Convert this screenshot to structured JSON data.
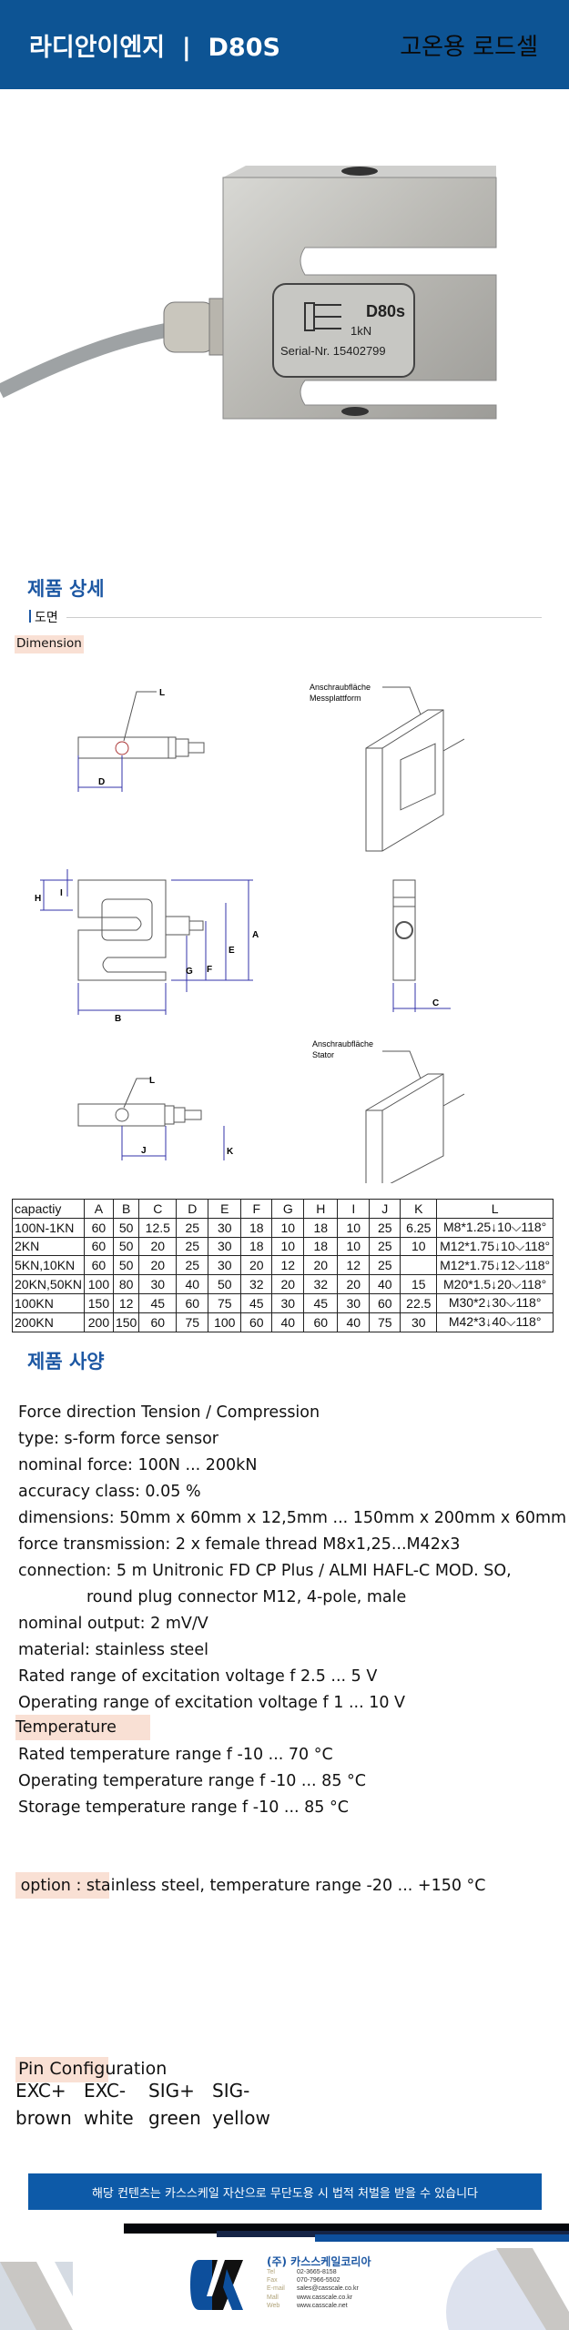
{
  "header": {
    "title": "라디안이엔지  |  D80S",
    "subtitle": "고온용 로드셀"
  },
  "photo": {
    "model": "D80s",
    "capacity": "1kN",
    "serial": "Serial-Nr. 15402799"
  },
  "detail": {
    "section_title": "제품 상세",
    "subsection": "도면",
    "dimension_label": "Dimension"
  },
  "drawings": {
    "label_L": "L",
    "label_D": "D",
    "label_A": "A",
    "label_B": "B",
    "label_C": "C",
    "label_E": "E",
    "label_F": "F",
    "label_G": "G",
    "label_H": "H",
    "label_I": "I",
    "label_J": "J",
    "label_K": "K",
    "iso_top_line1": "Anschraubfläche",
    "iso_top_line2": "Messplattform",
    "iso_bottom_line1": "Anschraubfläche",
    "iso_bottom_line2": "Stator"
  },
  "table": {
    "headers": [
      "capactiy",
      "A",
      "B",
      "C",
      "D",
      "E",
      "F",
      "G",
      "H",
      "I",
      "J",
      "K",
      "L"
    ],
    "rows": [
      [
        "100N-1KN",
        "60",
        "50",
        "12.5",
        "25",
        "30",
        "18",
        "10",
        "18",
        "10",
        "25",
        "6.25",
        "M8*1.25↓10⌵118°"
      ],
      [
        "2KN",
        "60",
        "50",
        "20",
        "25",
        "30",
        "18",
        "10",
        "18",
        "10",
        "25",
        "10",
        "M12*1.75↓10⌵118°"
      ],
      [
        "5KN,10KN",
        "60",
        "50",
        "20",
        "25",
        "30",
        "20",
        "12",
        "20",
        "12",
        "25",
        "",
        "M12*1.75↓12⌵118°"
      ],
      [
        "20KN,50KN",
        "100",
        "80",
        "30",
        "40",
        "50",
        "32",
        "20",
        "32",
        "20",
        "40",
        "15",
        "M20*1.5↓20⌵118°"
      ],
      [
        "100KN",
        "150",
        "12",
        "45",
        "60",
        "75",
        "45",
        "30",
        "45",
        "30",
        "60",
        "22.5",
        "M30*2↓30⌵118°"
      ],
      [
        "200KN",
        "200",
        "150",
        "60",
        "75",
        "100",
        "60",
        "40",
        "60",
        "40",
        "75",
        "30",
        "M42*3↓40⌵118°"
      ]
    ]
  },
  "specs": {
    "section_title": "제품 사양",
    "lines": [
      "Force direction Tension / Compression",
      "type: s-form force sensor",
      "nominal force: 100N ... 200kN",
      "accuracy class: 0.05 %",
      "dimensions: 50mm x 60mm x 12,5mm ... 150mm x 200mm x 60mm",
      "force transmission: 2 x female thread M8x1,25...M42x3",
      "connection: 5 m Unitronic FD CP Plus / ALMI HAFL-C MOD. SO,",
      "round plug connector M12, 4-pole, male",
      "nominal output: 2 mV/V",
      "material: stainless steel",
      "Rated range of excitation voltage f 2.5 ... 5 V",
      "Operating range of excitation voltage f 1 ... 10 V"
    ],
    "temperature_heading": "Temperature",
    "temperature_lines": [
      "Rated temperature range f -10 ... 70 °C",
      "Operating temperature range f -10 ... 85 °C",
      "Storage temperature range f -10 ... 85 °C"
    ],
    "option": " option : stainless steel, temperature range -20 ... +150 °C"
  },
  "pins": {
    "heading": "Pin Configuration",
    "signals": [
      "EXC+",
      "EXC-",
      "SIG+",
      "SIG-"
    ],
    "colors": [
      "brown",
      "white",
      "green",
      "yellow"
    ]
  },
  "footer": {
    "notice": "해당 컨텐츠는 카스스케일 자산으로 무단도용 시 법적 처벌을 받을 수 있습니다",
    "company": "(주) 카스스케일코리아",
    "contacts": [
      {
        "label": "Tel",
        "value": "02-3665-8158"
      },
      {
        "label": "Fax",
        "value": "070-7966-5502"
      },
      {
        "label": "E-mail",
        "value": "sales@casscale.co.kr"
      },
      {
        "label": "Mall",
        "value": "www.casscale.co.kr"
      },
      {
        "label": "Web",
        "value": "www.casscale.net"
      }
    ]
  },
  "colors": {
    "brand_blue": "#0d5494",
    "heading_blue": "#1c57a3",
    "highlight": "#f9e0d4"
  }
}
